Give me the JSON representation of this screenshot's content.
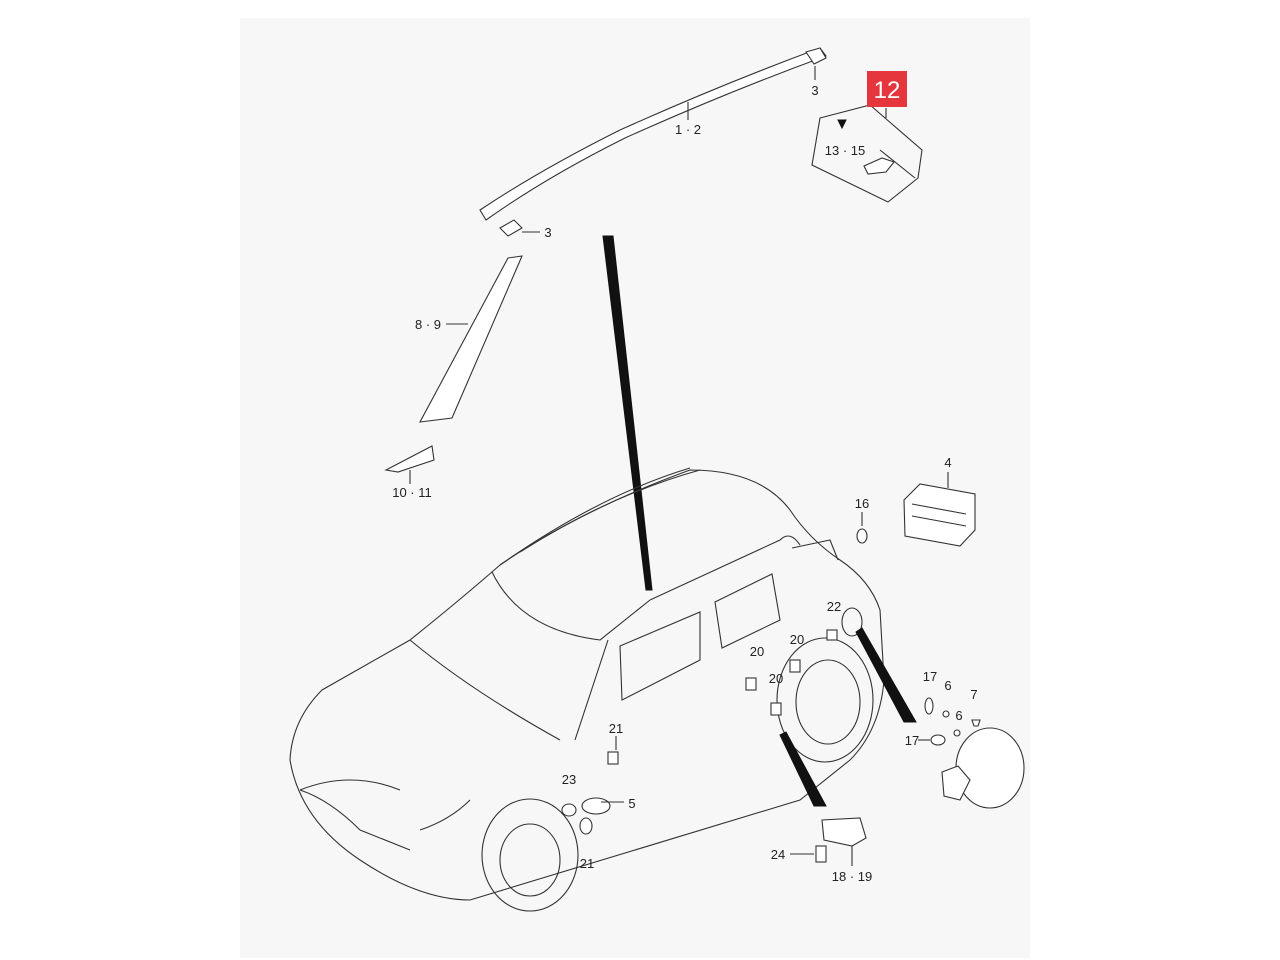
{
  "highlight": {
    "label": "12",
    "color": "#e5363d"
  },
  "callouts": {
    "c_1_2": "1 · 2",
    "c_3_top": "3",
    "c_3_mid": "3",
    "c_13_15": "13 · 15",
    "c_8_9": "8 · 9",
    "c_10_11": "10 · 11",
    "c_4": "4",
    "c_16": "16",
    "c_22": "22",
    "c_20_a": "20",
    "c_20_b": "20",
    "c_20_c": "20",
    "c_17_a": "17",
    "c_17_b": "17",
    "c_6_a": "6",
    "c_6_b": "6",
    "c_7": "7",
    "c_21_a": "21",
    "c_21_b": "21",
    "c_23": "23",
    "c_5": "5",
    "c_24": "24",
    "c_18_19": "18 · 19"
  }
}
